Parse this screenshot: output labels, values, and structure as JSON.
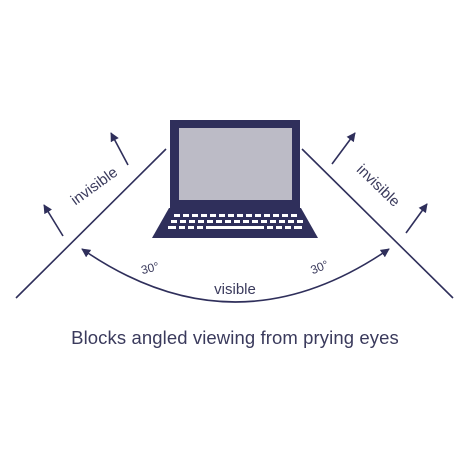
{
  "diagram": {
    "labels": {
      "invisible_left": "invisible",
      "invisible_right": "invisible",
      "visible": "visible",
      "angle_left": "30°",
      "angle_right": "30°"
    },
    "caption": "Blocks angled viewing from prying eyes"
  },
  "colors": {
    "primary": "#2f2f5b",
    "screen": "#bcbbc6",
    "text": "#3a3a5c",
    "background": "#ffffff"
  },
  "icons": {
    "device": "laptop-icon"
  }
}
